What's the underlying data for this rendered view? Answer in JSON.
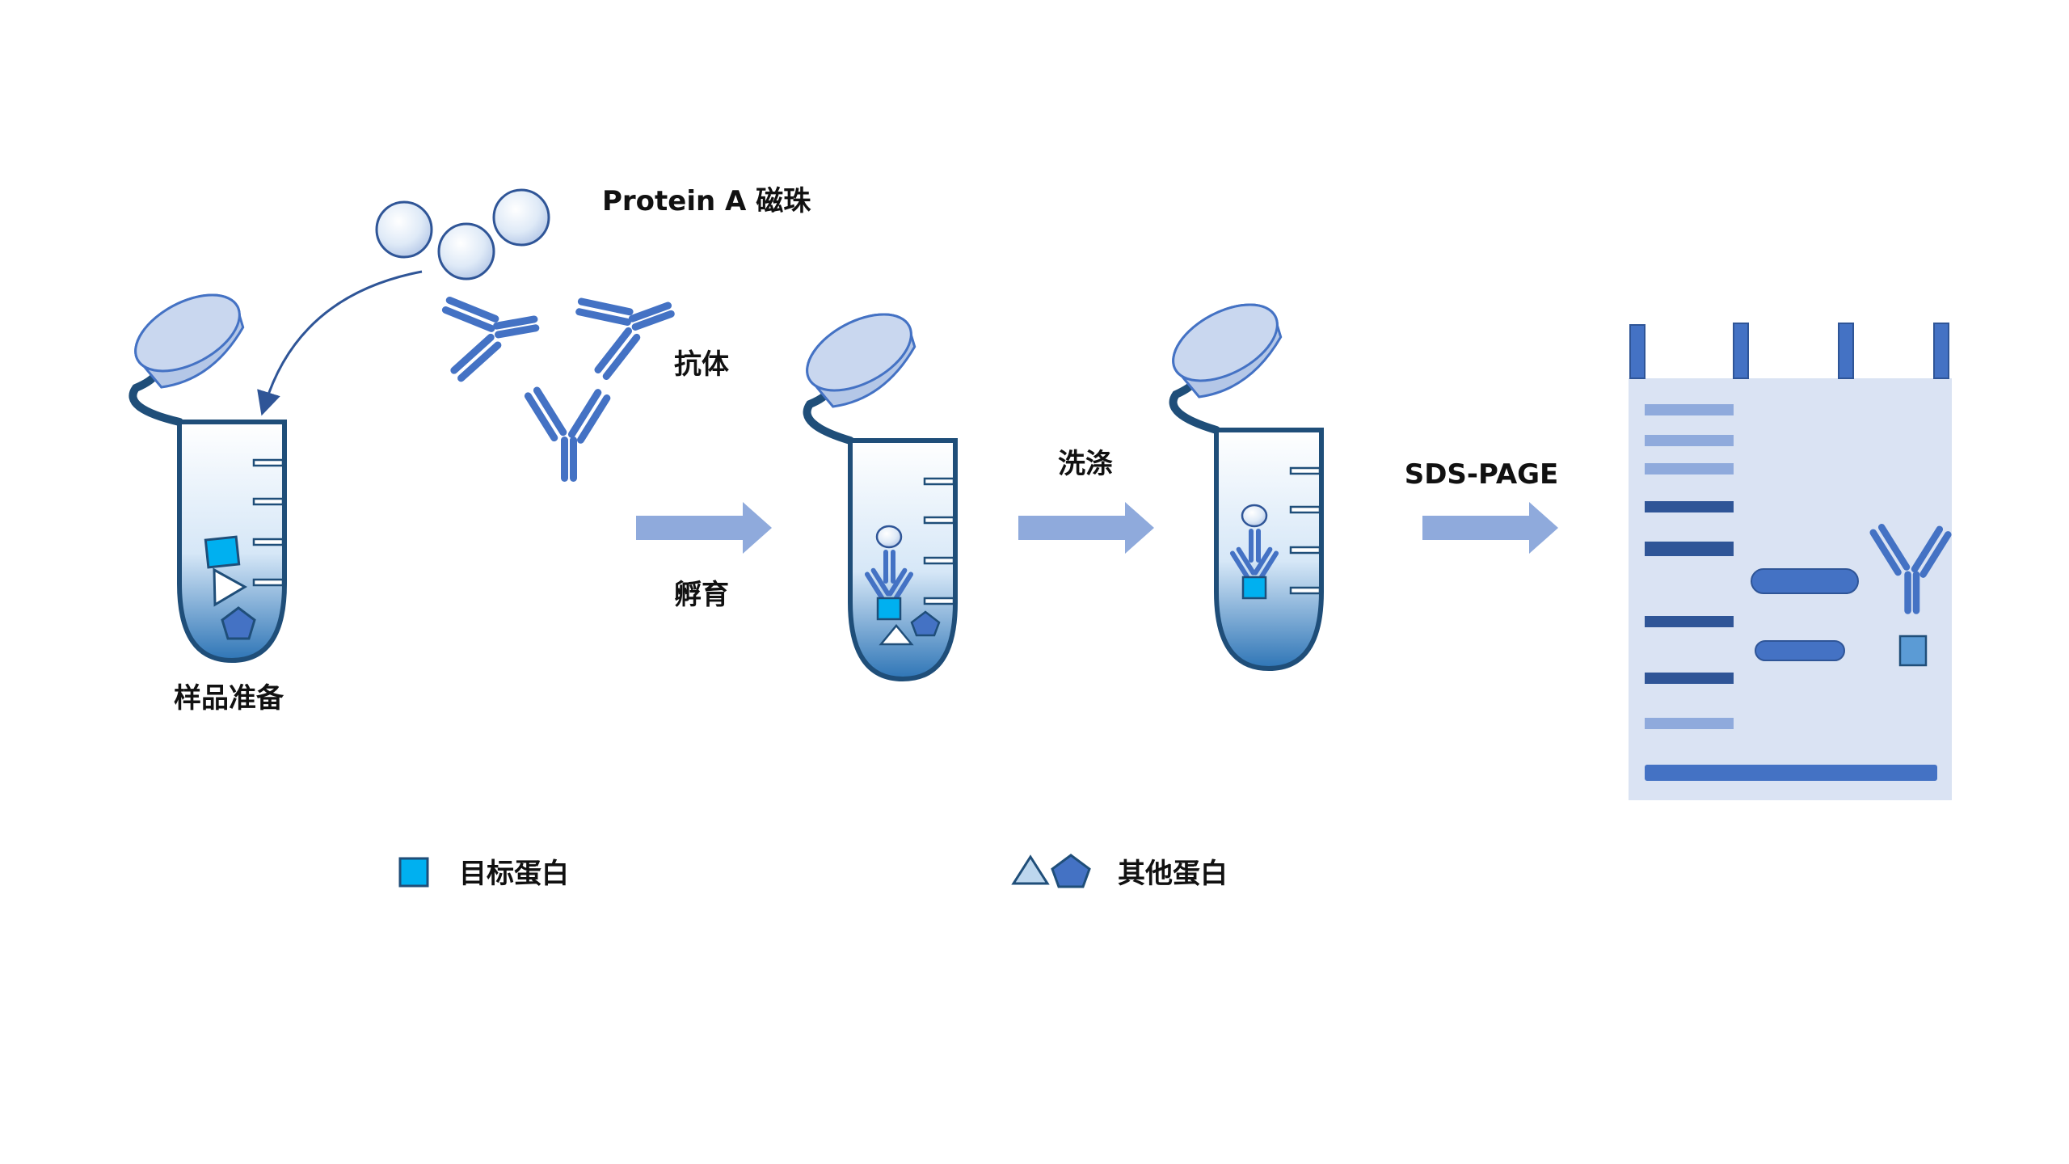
{
  "labels": {
    "magnetic_beads": "Protein A 磁珠",
    "antibody": "抗体",
    "incubation": "孵育",
    "sample_prep": "样品准备",
    "wash": "洗涤",
    "sds_page": "SDS-PAGE"
  },
  "legend": {
    "target_protein": "目标蛋白",
    "other_protein": "其他蛋白"
  },
  "colors": {
    "antibody": "#4472c4",
    "target_protein": "#00b0f0",
    "other_protein": "#4472c4",
    "bead_fill": "#deebf7",
    "tube_outline": "#1f4e79",
    "arrow": "#8faadc",
    "gel_background": "#dae3f3",
    "band_dark": "#2f5597",
    "band_light": "#8faadc"
  },
  "icons": {
    "bead": "bead-icon",
    "antibody": "antibody-icon",
    "target_protein": "square-icon",
    "other_protein": [
      "triangle-icon",
      "pentagon-icon"
    ],
    "tube": "tube-icon",
    "arrow": "right-arrow-icon"
  }
}
